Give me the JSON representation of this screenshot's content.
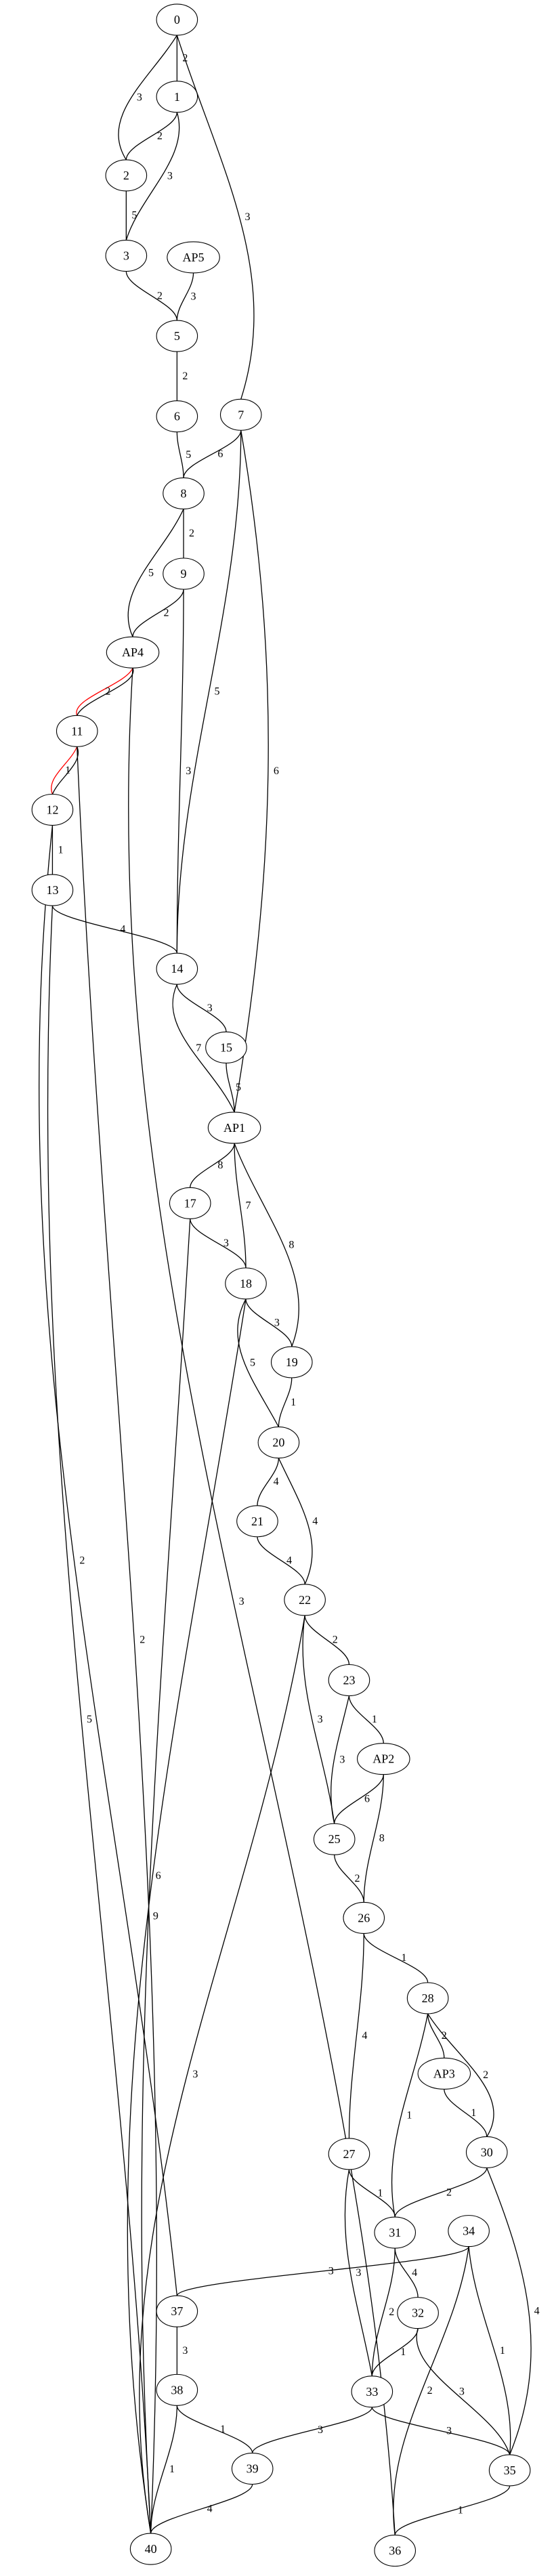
{
  "graph": {
    "nodes": [
      "0",
      "1",
      "2",
      "3",
      "AP5",
      "5",
      "6",
      "7",
      "8",
      "9",
      "AP4",
      "11",
      "12",
      "13",
      "14",
      "15",
      "AP1",
      "17",
      "18",
      "19",
      "20",
      "21",
      "22",
      "23",
      "AP2",
      "25",
      "26",
      "28",
      "AP3",
      "27",
      "30",
      "31",
      "34",
      "32",
      "37",
      "33",
      "38",
      "35",
      "39",
      "40",
      "36"
    ],
    "edges": [
      {
        "from": "0",
        "to": "1",
        "weight": "2"
      },
      {
        "from": "0",
        "to": "2",
        "weight": "3"
      },
      {
        "from": "0",
        "to": "7",
        "weight": "3"
      },
      {
        "from": "1",
        "to": "2",
        "weight": "2"
      },
      {
        "from": "1",
        "to": "3",
        "weight": "3"
      },
      {
        "from": "2",
        "to": "3",
        "weight": "5"
      },
      {
        "from": "3",
        "to": "5",
        "weight": "2"
      },
      {
        "from": "AP5",
        "to": "5",
        "weight": "3"
      },
      {
        "from": "5",
        "to": "6",
        "weight": "2"
      },
      {
        "from": "6",
        "to": "8",
        "weight": "5"
      },
      {
        "from": "7",
        "to": "8",
        "weight": "6"
      },
      {
        "from": "7",
        "to": "14",
        "weight": "5"
      },
      {
        "from": "7",
        "to": "AP1",
        "weight": "6"
      },
      {
        "from": "8",
        "to": "9",
        "weight": "2"
      },
      {
        "from": "8",
        "to": "AP4",
        "weight": "5"
      },
      {
        "from": "9",
        "to": "AP4",
        "weight": "2"
      },
      {
        "from": "9",
        "to": "14",
        "weight": "3"
      },
      {
        "from": "AP4",
        "to": "11",
        "weight": "2",
        "color": "red"
      },
      {
        "from": "AP4",
        "to": "11",
        "weight": ""
      },
      {
        "from": "AP4",
        "to": "36",
        "weight": "3"
      },
      {
        "from": "11",
        "to": "12",
        "weight": "1",
        "color": "red"
      },
      {
        "from": "11",
        "to": "12",
        "weight": ""
      },
      {
        "from": "11",
        "to": "40",
        "weight": "2"
      },
      {
        "from": "12",
        "to": "13",
        "weight": "1"
      },
      {
        "from": "12",
        "to": "37",
        "weight": "2"
      },
      {
        "from": "13",
        "to": "14",
        "weight": "4"
      },
      {
        "from": "13",
        "to": "40",
        "weight": "5"
      },
      {
        "from": "14",
        "to": "15",
        "weight": "3"
      },
      {
        "from": "14",
        "to": "AP1",
        "weight": "7"
      },
      {
        "from": "15",
        "to": "AP1",
        "weight": "5"
      },
      {
        "from": "AP1",
        "to": "17",
        "weight": "8"
      },
      {
        "from": "AP1",
        "to": "18",
        "weight": "7"
      },
      {
        "from": "AP1",
        "to": "19",
        "weight": "8"
      },
      {
        "from": "17",
        "to": "18",
        "weight": "3"
      },
      {
        "from": "17",
        "to": "40",
        "weight": "6"
      },
      {
        "from": "18",
        "to": "19",
        "weight": "3"
      },
      {
        "from": "18",
        "to": "20",
        "weight": "5"
      },
      {
        "from": "18",
        "to": "40",
        "weight": "9"
      },
      {
        "from": "19",
        "to": "20",
        "weight": "1"
      },
      {
        "from": "20",
        "to": "21",
        "weight": "4"
      },
      {
        "from": "20",
        "to": "22",
        "weight": "4"
      },
      {
        "from": "21",
        "to": "22",
        "weight": "4"
      },
      {
        "from": "22",
        "to": "23",
        "weight": "2"
      },
      {
        "from": "22",
        "to": "25",
        "weight": "3"
      },
      {
        "from": "22",
        "to": "40",
        "weight": "3"
      },
      {
        "from": "23",
        "to": "AP2",
        "weight": "1"
      },
      {
        "from": "23",
        "to": "25",
        "weight": "3"
      },
      {
        "from": "AP2",
        "to": "25",
        "weight": "6"
      },
      {
        "from": "AP2",
        "to": "26",
        "weight": "8"
      },
      {
        "from": "25",
        "to": "26",
        "weight": "2"
      },
      {
        "from": "26",
        "to": "28",
        "weight": "1"
      },
      {
        "from": "26",
        "to": "27",
        "weight": "4"
      },
      {
        "from": "28",
        "to": "AP3",
        "weight": "2"
      },
      {
        "from": "28",
        "to": "30",
        "weight": "2"
      },
      {
        "from": "28",
        "to": "31",
        "weight": "1"
      },
      {
        "from": "AP3",
        "to": "30",
        "weight": "1"
      },
      {
        "from": "27",
        "to": "31",
        "weight": "1"
      },
      {
        "from": "27",
        "to": "33",
        "weight": "3"
      },
      {
        "from": "30",
        "to": "31",
        "weight": "2"
      },
      {
        "from": "30",
        "to": "35",
        "weight": "4"
      },
      {
        "from": "31",
        "to": "32",
        "weight": "4"
      },
      {
        "from": "31",
        "to": "33",
        "weight": "2"
      },
      {
        "from": "34",
        "to": "37",
        "weight": "3"
      },
      {
        "from": "34",
        "to": "35",
        "weight": "1"
      },
      {
        "from": "34",
        "to": "36",
        "weight": "2"
      },
      {
        "from": "32",
        "to": "33",
        "weight": "1"
      },
      {
        "from": "32",
        "to": "35",
        "weight": "3"
      },
      {
        "from": "37",
        "to": "38",
        "weight": "3"
      },
      {
        "from": "33",
        "to": "39",
        "weight": "3"
      },
      {
        "from": "33",
        "to": "35",
        "weight": "3"
      },
      {
        "from": "38",
        "to": "39",
        "weight": "1"
      },
      {
        "from": "38",
        "to": "40",
        "weight": "1"
      },
      {
        "from": "39",
        "to": "40",
        "weight": "4"
      },
      {
        "from": "35",
        "to": "36",
        "weight": "1"
      }
    ]
  },
  "colors": {
    "edge": "#000000",
    "highlight": "#ff0000",
    "node_fill": "#ffffff"
  }
}
